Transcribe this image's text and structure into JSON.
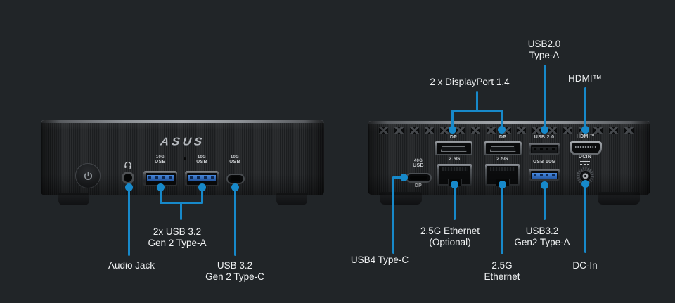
{
  "colors": {
    "background": "#212528",
    "accent_blue": "#1789ca",
    "usb_tongue_blue": "#2f74c9"
  },
  "front": {
    "logo": "ASUS",
    "tags": {
      "usb_speed": "10G",
      "usb_word": "USB"
    },
    "callouts": {
      "usb_a": {
        "line1": "2x USB 3.2",
        "line2": "Gen 2 Type-A"
      },
      "audio": {
        "line1": "Audio Jack"
      },
      "usb_c": {
        "line1": "USB 3.2",
        "line2": "Gen 2 Type-C"
      }
    }
  },
  "back": {
    "tags": {
      "dp": "DP",
      "eth": "2.5G",
      "usb2": "USB 2.0",
      "hdmi": "HDMI™",
      "usb4_speed": "40G",
      "usb4_word": "USB",
      "usb4_dp": "DP",
      "usb10g": "USB 10G",
      "dcin": "DCIN"
    },
    "callouts": {
      "dp": {
        "line1": "2 x DisplayPort 1.4"
      },
      "usb2": {
        "line1": "USB2.0",
        "line2": "Type-A"
      },
      "hdmi": {
        "line1": "HDMI™"
      },
      "usb4": {
        "line1": "USB4 Type-C"
      },
      "eth_optional": {
        "line1": "2.5G Ethernet",
        "line2": "(Optional)"
      },
      "eth": {
        "line1": "2.5G",
        "line2": "Ethernet"
      },
      "usb32": {
        "line1": "USB3.2",
        "line2": "Gen2 Type-A"
      },
      "dcin": {
        "line1": "DC-In"
      }
    }
  }
}
